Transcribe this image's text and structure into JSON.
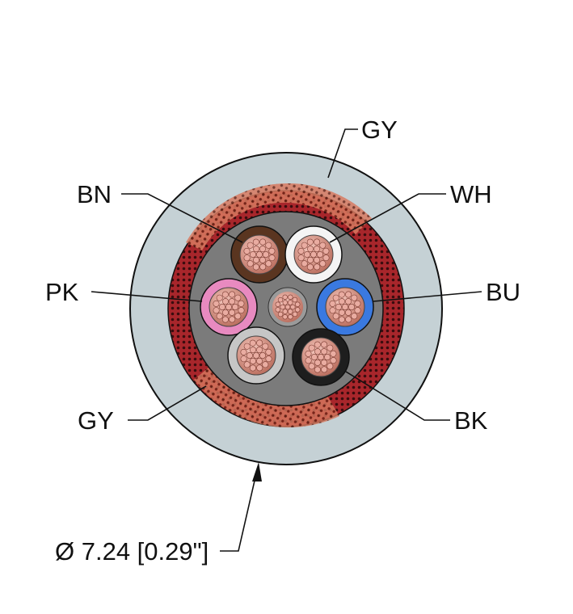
{
  "labels": {
    "outer_jacket": "GY",
    "brown": "BN",
    "white": "WH",
    "pink": "PK",
    "blue": "BU",
    "grey": "GY",
    "black": "BK"
  },
  "dimension": {
    "text": "Ø 7.24 [0.29\"]"
  },
  "colors": {
    "jacket": "#c5d1d5",
    "braid": "#a8262b",
    "filler": "#7b7b7b",
    "brown": "#5a3520",
    "white": "#f4f4f4",
    "pink": "#e88ac0",
    "blue": "#3a79e0",
    "grey": "#c6c6c6",
    "black": "#1e1e1e",
    "copper": "#e9aca1"
  },
  "icons": [
    "dimension-arrow-icon"
  ]
}
